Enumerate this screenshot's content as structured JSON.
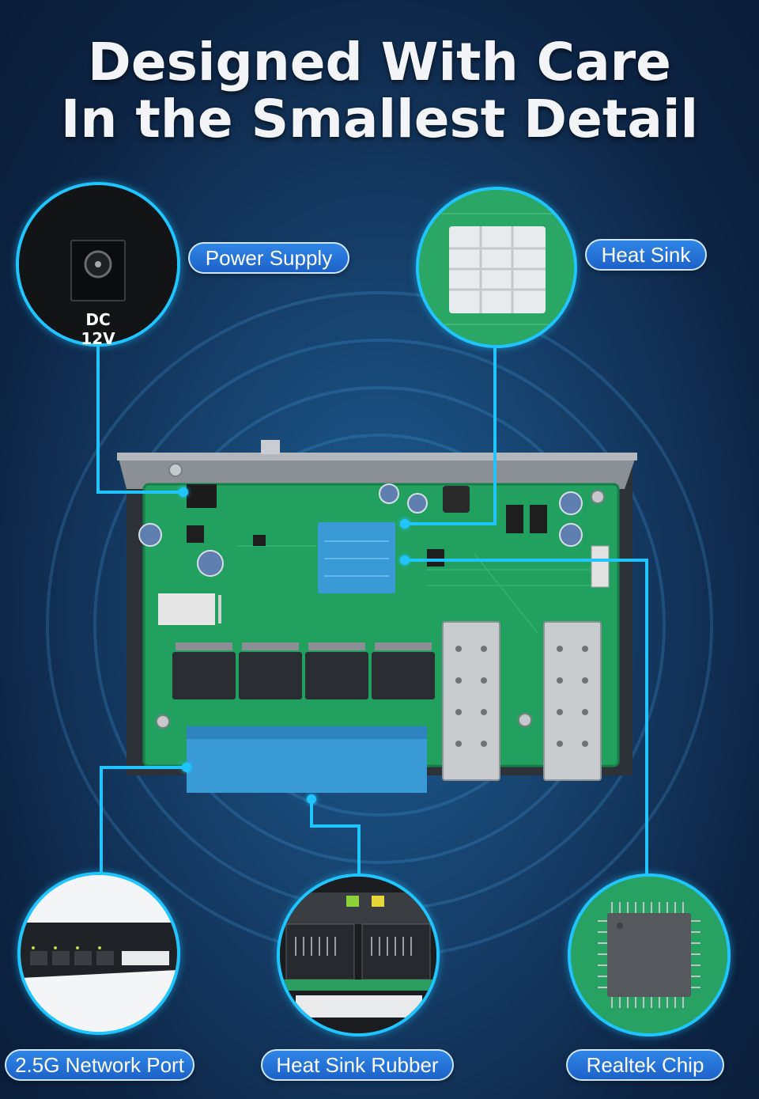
{
  "title": {
    "line1": "Designed With Care",
    "line2": "In the Smallest Detail"
  },
  "callouts": {
    "power_supply": {
      "label": "Power Supply",
      "connector_text": "DC 12V"
    },
    "heat_sink": {
      "label": "Heat Sink"
    },
    "network_port": {
      "label": "2.5G Network Port"
    },
    "heat_sink_rubber": {
      "label": "Heat Sink Rubber"
    },
    "realtek_chip": {
      "label": "Realtek Chip"
    }
  },
  "colors": {
    "accent": "#20c5ff",
    "pill": "#2a7be0",
    "pcb": "#1f9a5a",
    "heat_sink_rubber": "#3a9ad6"
  }
}
